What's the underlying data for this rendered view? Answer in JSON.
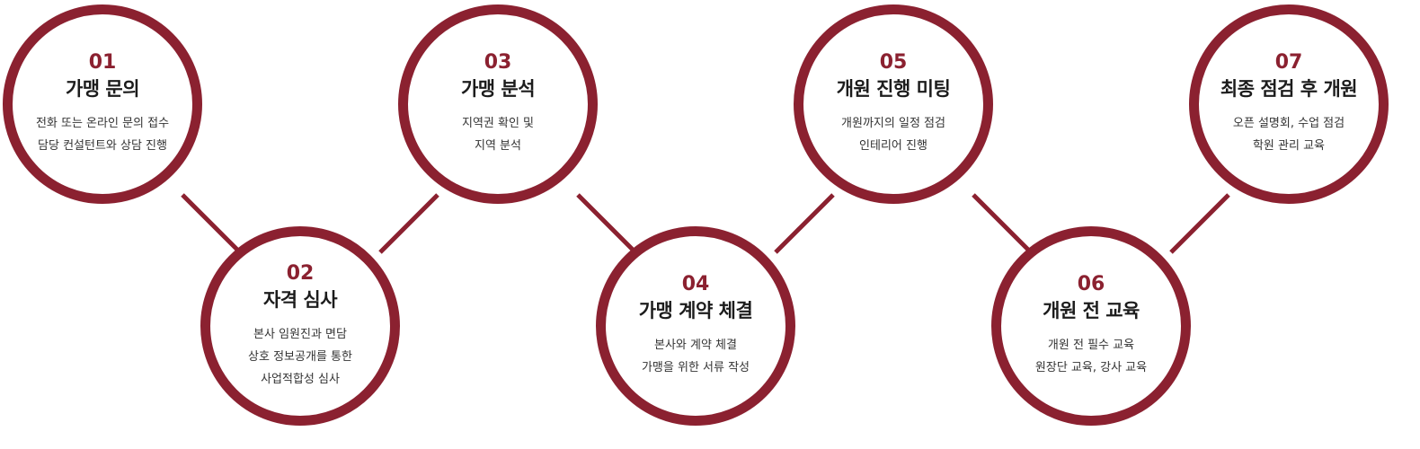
{
  "colors": {
    "accent": "#8b2130",
    "text": "#1c1c1c"
  },
  "steps": [
    {
      "num": "01",
      "title": "가맹 문의",
      "lines": [
        "전화 또는 온라인 문의 접수",
        "담당 컨설턴트와 상담 진행"
      ]
    },
    {
      "num": "02",
      "title": "자격 심사",
      "lines": [
        "본사 임원진과 면담",
        "상호 정보공개를 통한",
        "사업적합성 심사"
      ]
    },
    {
      "num": "03",
      "title": "가맹 분석",
      "lines": [
        "지역권 확인 및",
        "지역 분석"
      ]
    },
    {
      "num": "04",
      "title": "가맹 계약 체결",
      "lines": [
        "본사와 계약 체결",
        "가맹을 위한 서류 작성"
      ]
    },
    {
      "num": "05",
      "title": "개원 진행 미팅",
      "lines": [
        "개원까지의 일정 점검",
        "인테리어 진행"
      ]
    },
    {
      "num": "06",
      "title": "개원 전 교육",
      "lines": [
        "개원 전 필수 교육",
        "원장단 교육, 강사 교육"
      ]
    },
    {
      "num": "07",
      "title": "최종 점검 후 개원",
      "lines": [
        "오픈 설명회, 수업 점검",
        "학원 관리 교육"
      ]
    }
  ]
}
